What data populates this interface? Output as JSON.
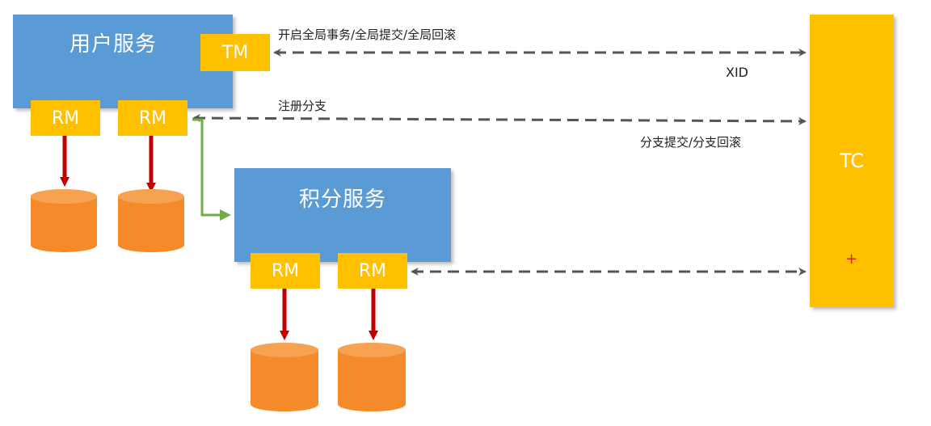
{
  "user_service": {
    "title": "用户服务",
    "tm": "TM",
    "rm1": "RM",
    "rm2": "RM"
  },
  "points_service": {
    "title": "积分服务",
    "rm1": "RM",
    "rm2": "RM"
  },
  "tc": {
    "title": "TC",
    "marker": "+"
  },
  "labels": {
    "global_tx": "开启全局事务/全局提交/全局回滚",
    "xid": "XID",
    "register_branch": "注册分支",
    "branch_commit": "分支提交/分支回滚"
  },
  "colors": {
    "service": "#5b9bd5",
    "badge": "#ffc000",
    "database": "#f58a2a",
    "red_arrow": "#c00000",
    "green_arrow": "#70ad47",
    "dashed_line": "#555555"
  }
}
